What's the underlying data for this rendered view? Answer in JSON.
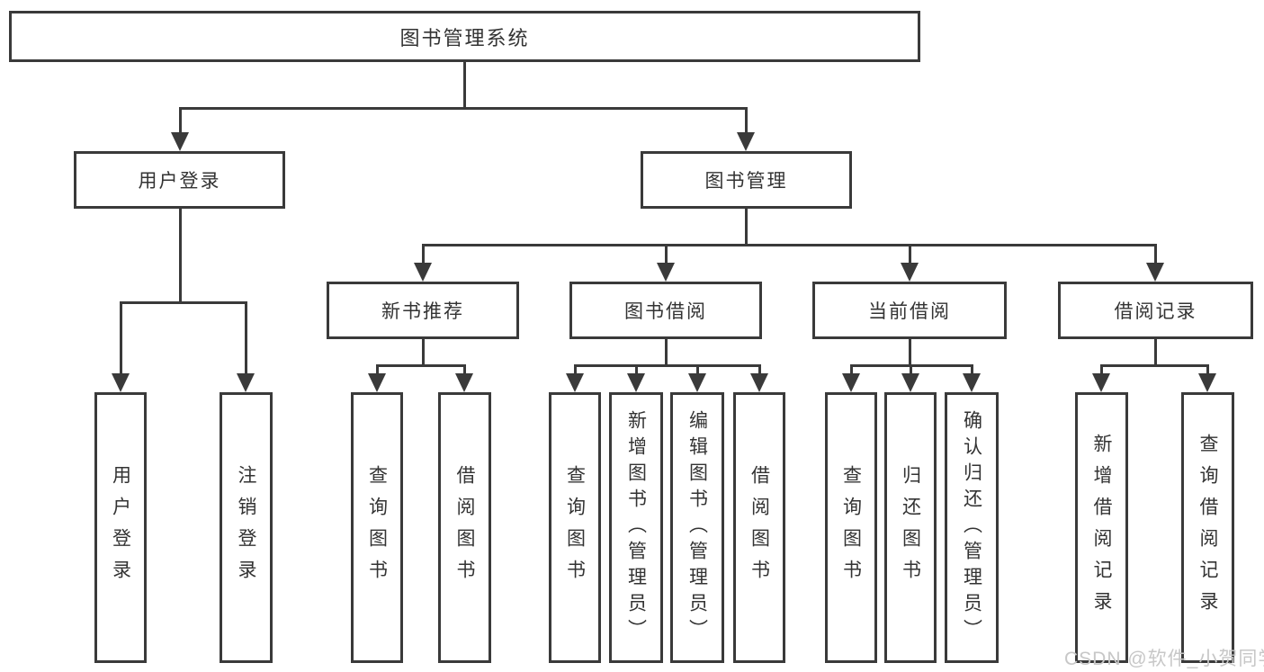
{
  "diagram": {
    "title": "图书管理系统",
    "root": {
      "label": "图书管理系统"
    },
    "level2": [
      {
        "id": "user-login",
        "label": "用户登录"
      },
      {
        "id": "book-management",
        "label": "图书管理"
      }
    ],
    "level3": [
      {
        "id": "new-book-recommend",
        "label": "新书推荐"
      },
      {
        "id": "book-borrow",
        "label": "图书借阅"
      },
      {
        "id": "current-borrow",
        "label": "当前借阅"
      },
      {
        "id": "borrow-records",
        "label": "借阅记录"
      }
    ],
    "leaves": {
      "user_login": [
        "用户登录",
        "注销登录"
      ],
      "new_book": [
        "查询图书",
        "借阅图书"
      ],
      "book_borrow": [
        "查询图书",
        "新增图书（管理员）",
        "编辑图书（管理员）",
        "借阅图书"
      ],
      "current_borrow": [
        "查询图书",
        "归还图书",
        "确认归还（管理员）"
      ],
      "borrow_records": [
        "新增借阅记录",
        "查询借阅记录"
      ]
    }
  },
  "watermark": {
    "text": "CSDN @软件_小贺同学"
  },
  "colors": {
    "line": "#3a3a3a",
    "text": "#333333",
    "background": "#ffffff",
    "watermark": "#c7c7c7"
  }
}
